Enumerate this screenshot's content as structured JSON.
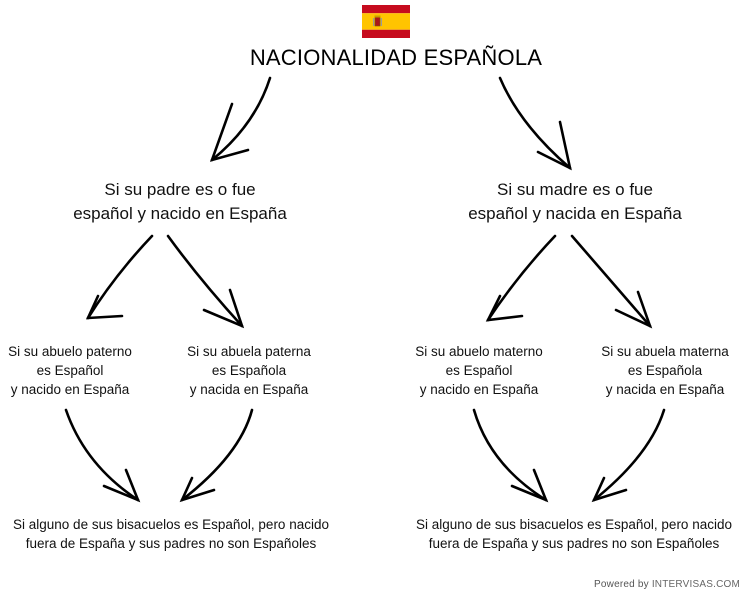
{
  "title": "NACIONALIDAD ESPAÑOLA",
  "flag": {
    "icon": "spain-flag-icon",
    "colors": {
      "red": "#c60b1e",
      "yellow": "#ffc400"
    }
  },
  "nodes": {
    "father": {
      "lines": [
        "Si su padre es o fue",
        "español y nacido en España"
      ]
    },
    "mother": {
      "lines": [
        "Si su madre es o fue",
        "español y nacida en España"
      ]
    },
    "paternal_grandfather": {
      "lines": [
        "Si su abuelo paterno",
        "es Español",
        "y nacido en España"
      ]
    },
    "paternal_grandmother": {
      "lines": [
        "Si su abuela paterna",
        "es Española",
        "y nacida en España"
      ]
    },
    "maternal_grandfather": {
      "lines": [
        "Si su abuelo materno",
        "es Español",
        "y nacido en España"
      ]
    },
    "maternal_grandmother": {
      "lines": [
        "Si su abuela materna",
        "es Española",
        "y nacida en España"
      ]
    },
    "paternal_great_grandparents": {
      "lines": [
        "Si alguno de sus bisacuelos es Español, pero nacido",
        "fuera de España y sus padres no son Españoles"
      ]
    },
    "maternal_great_grandparents": {
      "lines": [
        "Si alguno de sus bisacuelos es Español, pero nacido",
        "fuera de España y sus padres no son Españoles"
      ]
    }
  },
  "footer": {
    "prefix": "Powered by ",
    "brand": "INTERVISAS.COM"
  }
}
